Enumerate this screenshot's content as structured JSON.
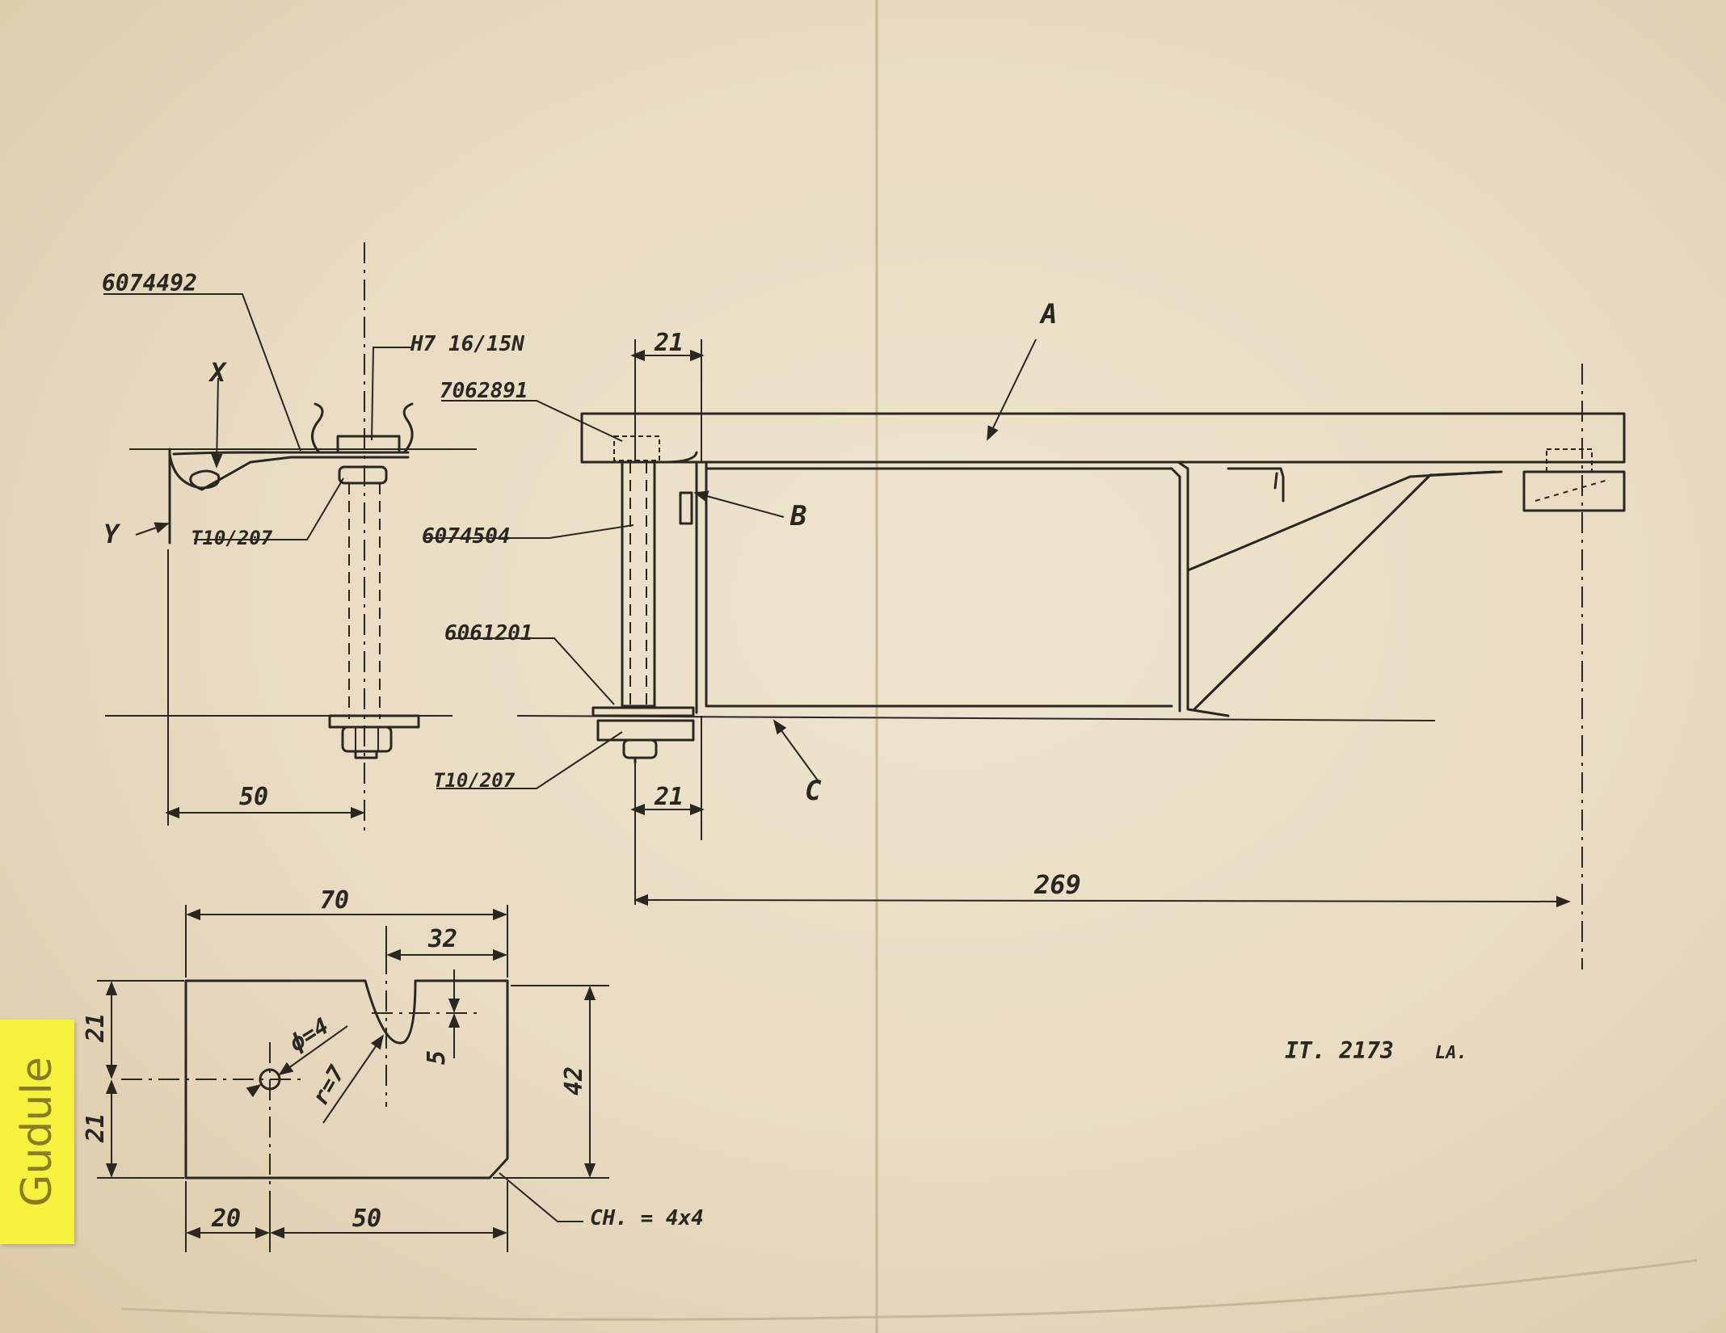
{
  "labels": {
    "ref_6074492": "6074492",
    "ref_h7": "H7 16/15N",
    "ref_t10_top": "T10/207",
    "ref_t10_bottom": "T10/207",
    "ref_7062891": "7062891",
    "ref_6074504": "6074504",
    "ref_6061201": "6061201",
    "letter_x": "X",
    "letter_y": "Y",
    "letter_a": "A",
    "letter_b": "B",
    "letter_c": "C",
    "drawing_id": "IT. 2173",
    "drawing_suffix": "LA."
  },
  "dimensions": {
    "d50_left": "50",
    "d21_top": "21",
    "d21_bottom": "21",
    "d269": "269",
    "d70": "70",
    "d32": "32",
    "d21_v_top": "21",
    "d21_v_bottom": "21",
    "d42": "42",
    "d5": "5",
    "phi": "ϕ=4",
    "radius": "r=7",
    "d20": "20",
    "d50_bottom": "50",
    "chamfer": "CH. = 4x4"
  },
  "sticky_note": {
    "text": "Gudule",
    "color": "#f4f23c"
  }
}
